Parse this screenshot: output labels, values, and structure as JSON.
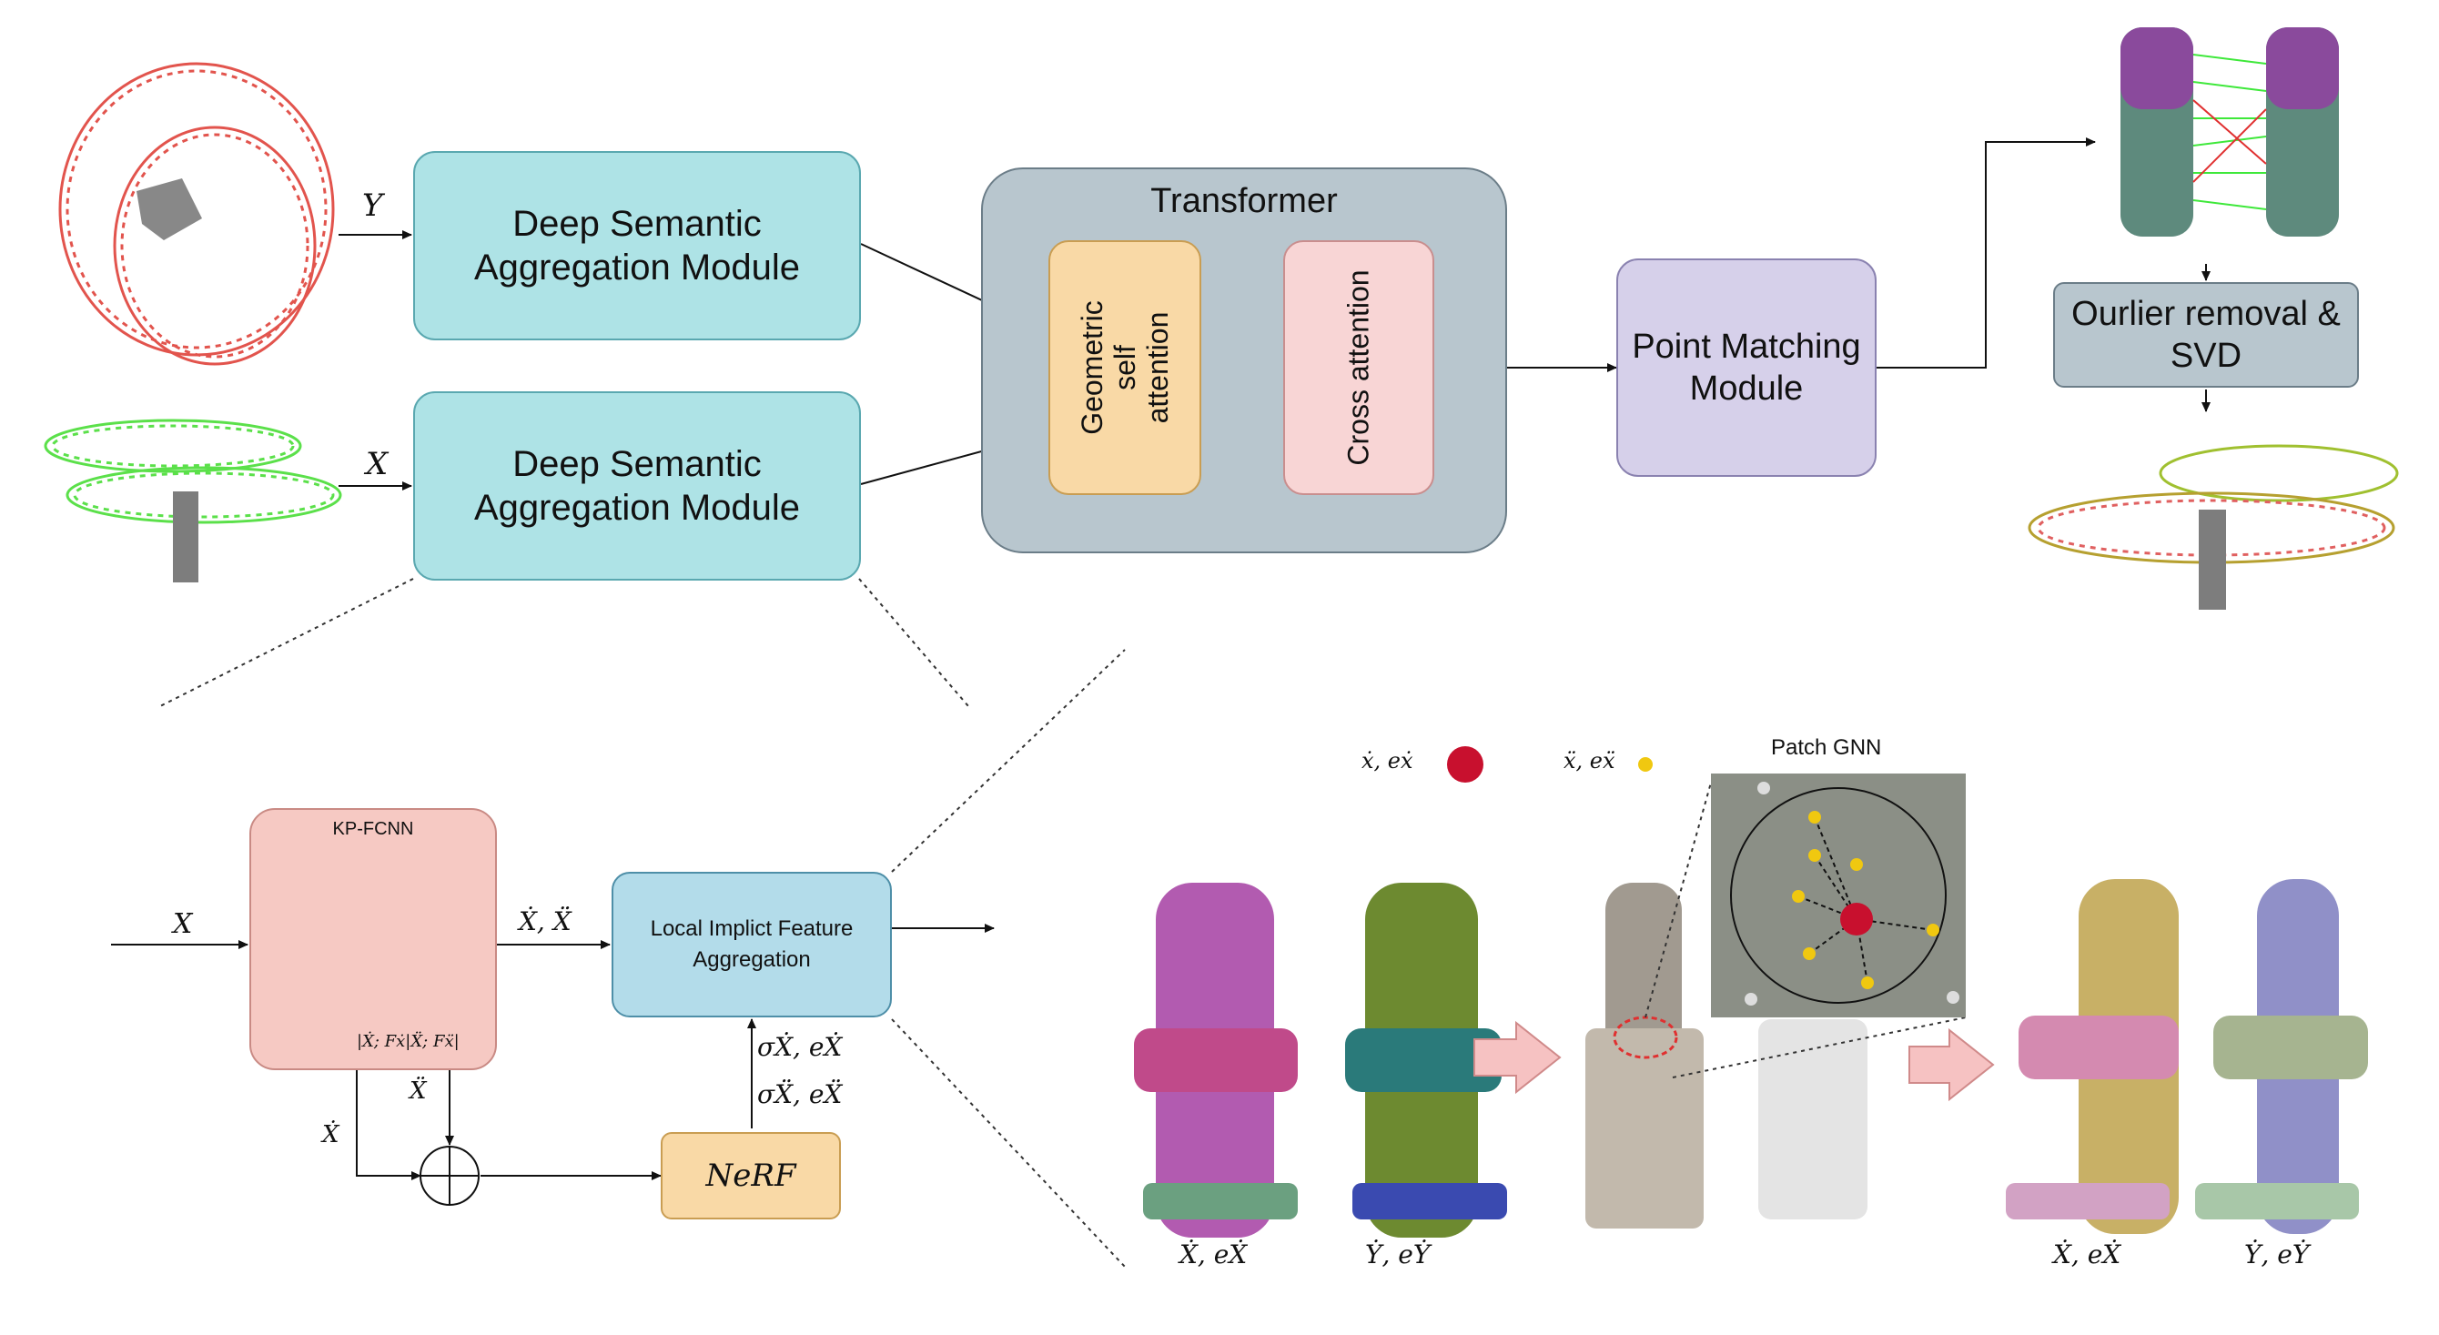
{
  "top": {
    "label_y": "Y",
    "label_x": "X",
    "dsam_top": "Deep Semantic Aggregation Module",
    "dsam_bottom": "Deep Semantic Aggregation Module",
    "transformer_title": "Transformer",
    "geo_attention": "Geometric self attention",
    "cross_attention": "Cross attention",
    "point_matching": "Point Matching Module",
    "outlier": "Ourlier removal & SVD"
  },
  "dsam_panel": {
    "title": "Deep Semantic Aggregation Module",
    "kpfcnn": "KP-FCNN",
    "input": "X",
    "features": "|Ẋ; Fẋ|Ẍ; Fẍ|",
    "out_xx": "Ẋ, Ẍ",
    "lifa": "Local Implict Feature Aggregation",
    "x_dot": "Ẋ",
    "x_ddot": "Ẍ",
    "sigma1": "σẊ, eẊ",
    "sigma2": "σẌ, eẌ",
    "nerf": "NeRF"
  },
  "lifa_panel": {
    "title": "Local Implict Feature Aggregation",
    "legend_big": "ẋ, eẋ",
    "legend_small": "ẍ, eẍ",
    "patch_gnn": "Patch GNN",
    "cap1": "Ẋ, eẊ",
    "cap2": "Ẏ, eẎ",
    "cap3": "Ẋ, eẊ",
    "cap4": "Ẏ, eẎ"
  },
  "colors": {
    "teal_box": "#aee3e6",
    "transformer": "#b8c6ce",
    "geo_box": "#f9d9a6",
    "cross_box": "#f8d5d5",
    "point_matching": "#d6d0ea",
    "lifa_panel": "#b3dcea",
    "red_cloud": "#e2544d",
    "green_cloud": "#6be05a"
  }
}
